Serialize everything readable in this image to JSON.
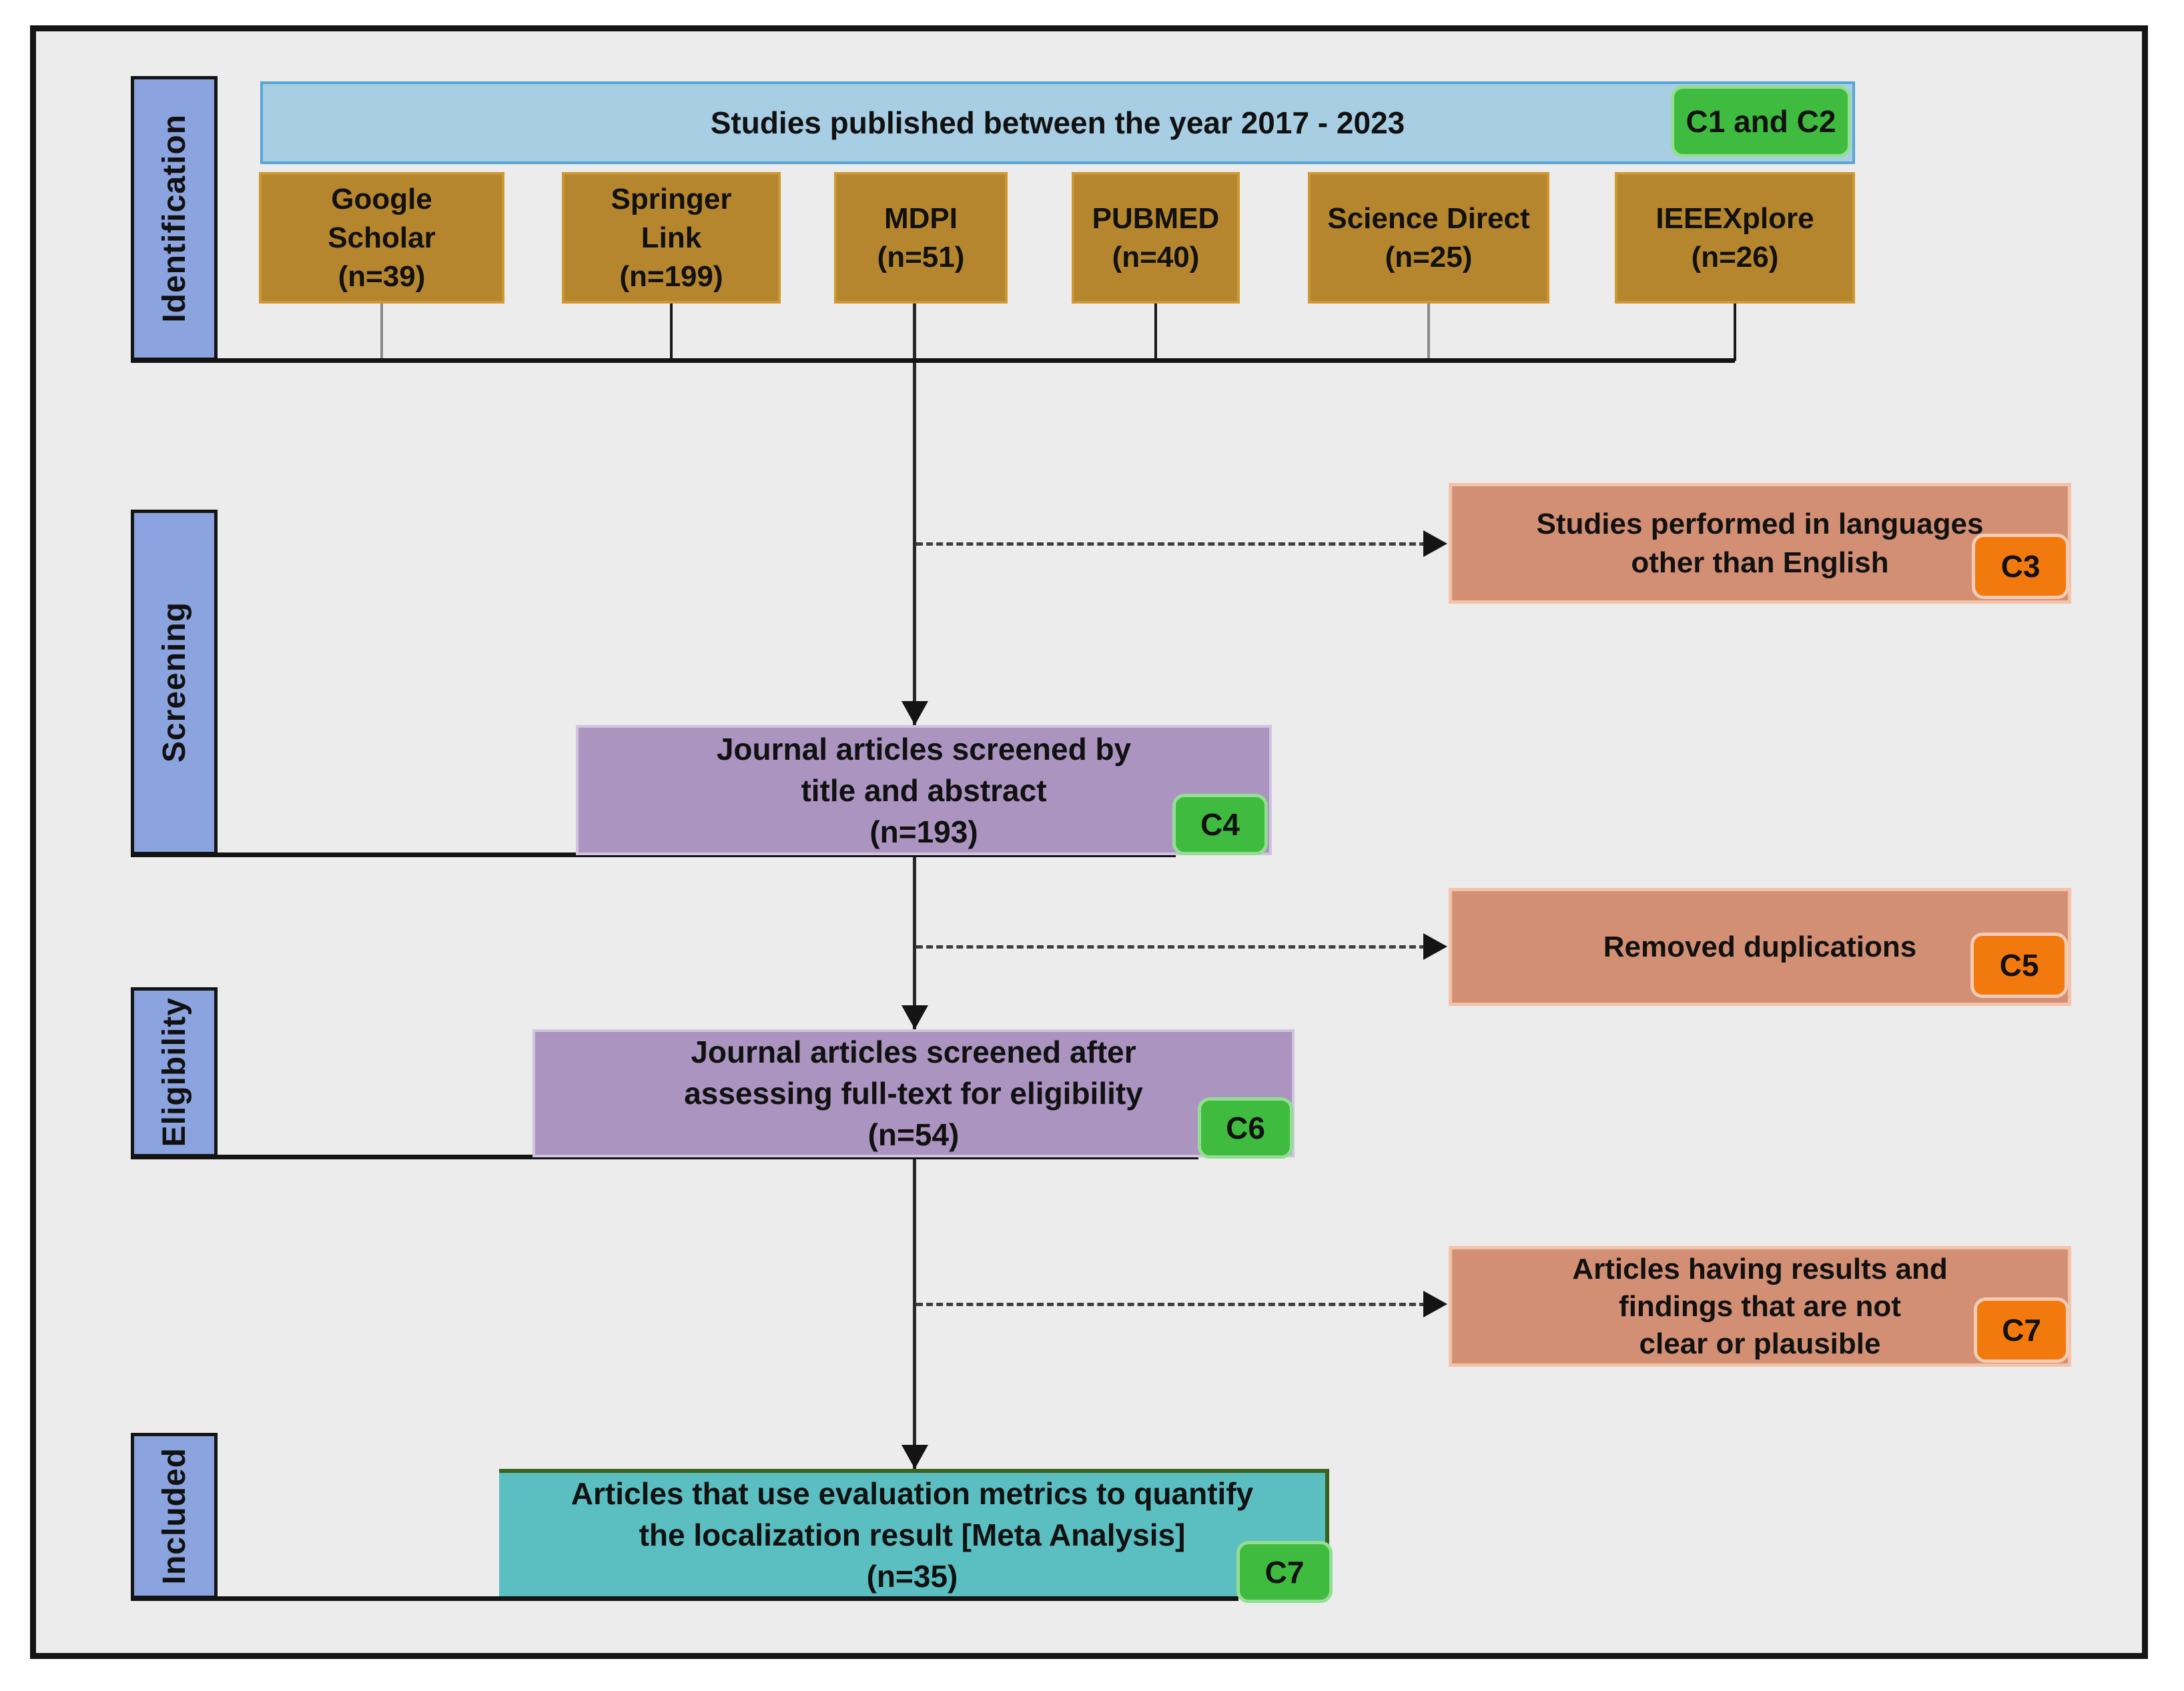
{
  "stages": [
    "Identification",
    "Screening",
    "Eligibility",
    "Included"
  ],
  "top_box": {
    "text": "Studies published between the year 2017 - 2023",
    "badge": "C1 and C2"
  },
  "sources": [
    {
      "name": "Google Scholar",
      "count": 39,
      "lines": [
        "Google",
        "Scholar",
        "(n=39)"
      ]
    },
    {
      "name": "Springer Link",
      "count": 199,
      "lines": [
        "Springer",
        "Link",
        "(n=199)"
      ]
    },
    {
      "name": "MDPI",
      "count": 51,
      "lines": [
        "MDPI",
        "(n=51)"
      ]
    },
    {
      "name": "PUBMED",
      "count": 40,
      "lines": [
        "PUBMED",
        "(n=40)"
      ]
    },
    {
      "name": "Science Direct",
      "count": 25,
      "lines": [
        "Science Direct",
        "(n=25)"
      ]
    },
    {
      "name": "IEEEXplore",
      "count": 26,
      "lines": [
        "IEEEXplore",
        "(n=26)"
      ]
    }
  ],
  "screening_box": {
    "lines": [
      "Journal articles screened by",
      "title and abstract",
      "(n=193)"
    ],
    "badge": "C4"
  },
  "eligibility_box": {
    "lines": [
      "Journal articles screened after",
      "assessing full-text for eligibility",
      "(n=54)"
    ],
    "badge": "C6"
  },
  "included_box": {
    "lines": [
      "Articles that use evaluation metrics to quantify",
      "the localization result [Meta Analysis]",
      "(n=35)"
    ],
    "badge": "C7"
  },
  "exclusions": [
    {
      "lines": [
        "Studies performed in languages",
        "other than English"
      ],
      "badge": "C3"
    },
    {
      "lines": [
        "Removed duplications"
      ],
      "badge": "C5"
    },
    {
      "lines": [
        "Articles having results and",
        "findings that are not",
        "clear or plausible"
      ],
      "badge": "C7"
    }
  ],
  "colors": {
    "background": "#ececec",
    "stage_label": "#8BA3DE",
    "timeframe_box": "#A8CEE4",
    "source_box": "#B5862D",
    "screening_box": "#AB94C0",
    "exclusion_box": "#D28F74",
    "included_box": "#5BBEC0",
    "green_badge": "#3FBB3F",
    "orange_badge": "#F2790D",
    "line": "#141414"
  }
}
